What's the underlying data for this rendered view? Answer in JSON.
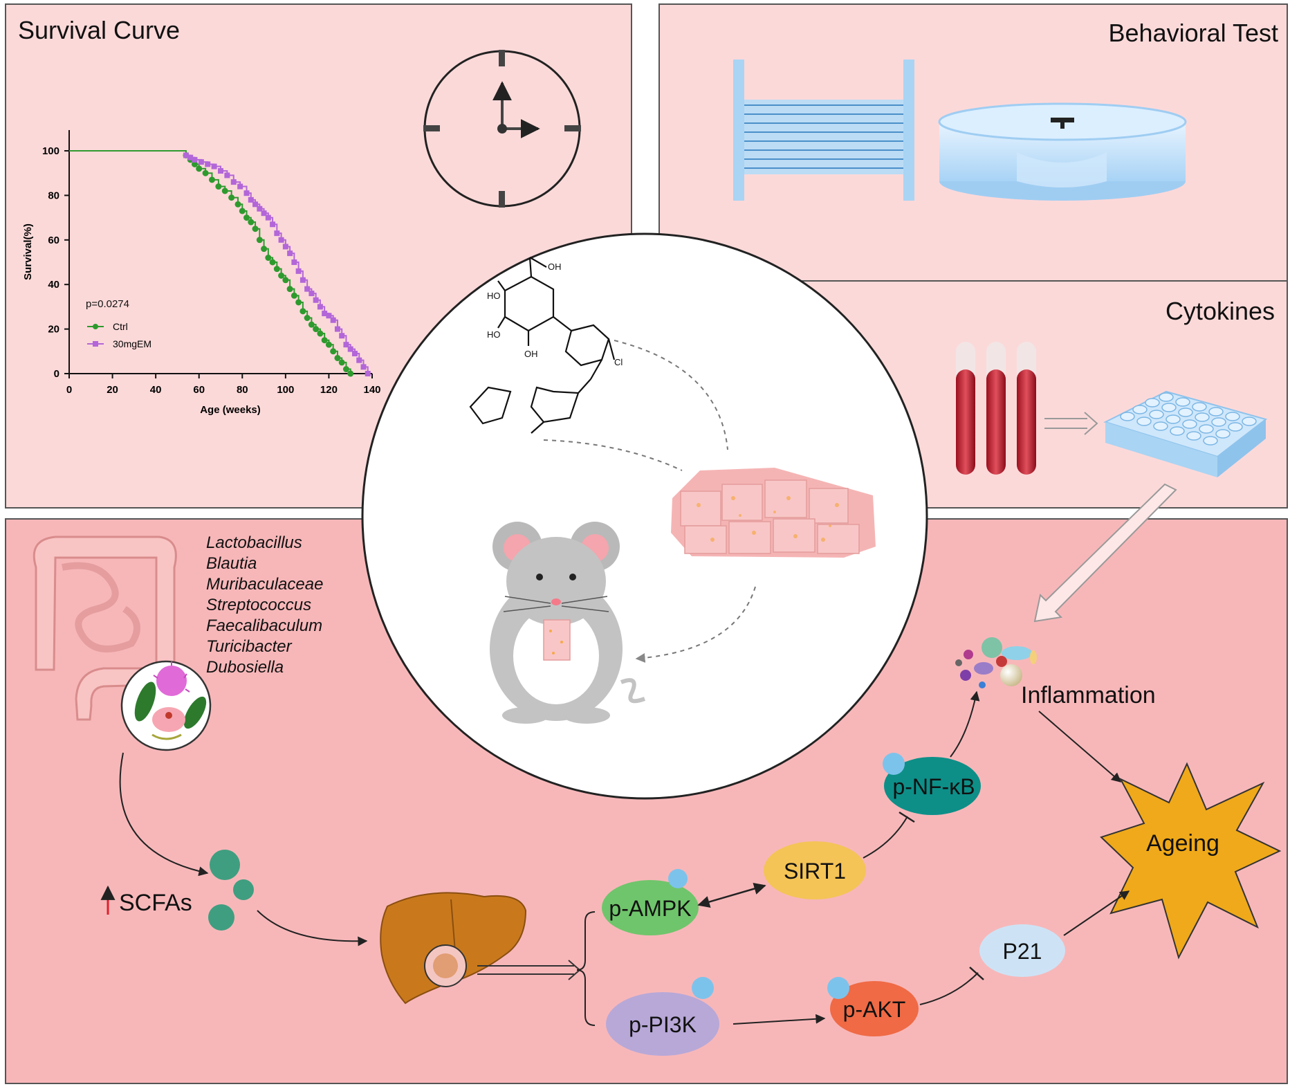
{
  "panels": {
    "survival": {
      "title": "Survival Curve"
    },
    "behavioral": {
      "title": "Behavioral Test"
    },
    "cytokines": {
      "title": "Cytokines"
    }
  },
  "chart_data": {
    "type": "line",
    "xlabel": "Age (weeks)",
    "ylabel": "Survival(%)",
    "xlim": [
      0,
      140
    ],
    "ylim": [
      0,
      100
    ],
    "xticks": [
      "0",
      "20",
      "40",
      "60",
      "80",
      "100",
      "120",
      "140"
    ],
    "yticks": [
      "0",
      "20",
      "40",
      "60",
      "80",
      "100"
    ],
    "annotation": "p=0.0274",
    "legend_position": "lower-left",
    "series": [
      {
        "name": "Ctrl",
        "color": "#2e9a2e",
        "marker": "circle",
        "x": [
          0,
          54,
          56,
          58,
          60,
          63,
          66,
          69,
          72,
          75,
          78,
          80,
          82,
          84,
          86,
          88,
          90,
          92,
          94,
          96,
          98,
          100,
          102,
          104,
          106,
          108,
          110,
          112,
          114,
          116,
          118,
          120,
          122,
          124,
          126,
          128,
          130
        ],
        "y": [
          100,
          98,
          96,
          94,
          92,
          90,
          87,
          84,
          82,
          79,
          76,
          73,
          70,
          68,
          65,
          60,
          56,
          52,
          50,
          47,
          44,
          42,
          38,
          35,
          32,
          28,
          25,
          22,
          20,
          18,
          15,
          13,
          10,
          7,
          5,
          2,
          0
        ]
      },
      {
        "name": "30mgEM",
        "color": "#b266d8",
        "marker": "square",
        "x": [
          54,
          56,
          58,
          61,
          64,
          67,
          70,
          73,
          76,
          79,
          82,
          84,
          86,
          88,
          90,
          92,
          94,
          96,
          98,
          100,
          102,
          104,
          106,
          108,
          110,
          112,
          114,
          116,
          118,
          120,
          122,
          124,
          126,
          128,
          130,
          132,
          134,
          136,
          138
        ],
        "y": [
          98,
          97,
          96,
          95,
          94,
          93,
          91,
          89,
          86,
          84,
          81,
          78,
          76,
          74,
          72,
          70,
          67,
          63,
          60,
          57,
          54,
          50,
          46,
          42,
          38,
          36,
          33,
          30,
          27,
          26,
          24,
          20,
          17,
          13,
          11,
          9,
          6,
          3,
          0
        ]
      }
    ]
  },
  "bacteria": [
    "Lactobacillus",
    "Blautia",
    "Muribaculaceae",
    "Streptococcus",
    "Faecalibaculum",
    "Turicibacter",
    "Dubosiella"
  ],
  "molecule_labels": {
    "oh1": "OH",
    "ho1": "HO",
    "ho2": "HO",
    "oh2": "OH",
    "cl": "Cl"
  },
  "pathway": {
    "scfas": "SCFAs",
    "p_ampk": "p-AMPK",
    "sirt1": "SIRT1",
    "p_nfkb": "p-NF-κB",
    "inflammation": "Inflammation",
    "ageing": "Ageing",
    "p_pi3k": "p-PI3K",
    "p_akt": "p-AKT",
    "p21": "P21"
  },
  "colors": {
    "panel_bg": "#fcd9d9",
    "bottom_bg": "#f7b7b9",
    "ampk": "#6fc56b",
    "sirt1": "#f4c456",
    "nfkb": "#0d8f88",
    "pi3k": "#b7a8d8",
    "akt": "#ef6a45",
    "p21": "#cde3f5",
    "ageing": "#f0a91a",
    "phospho": "#7cc3ec"
  }
}
